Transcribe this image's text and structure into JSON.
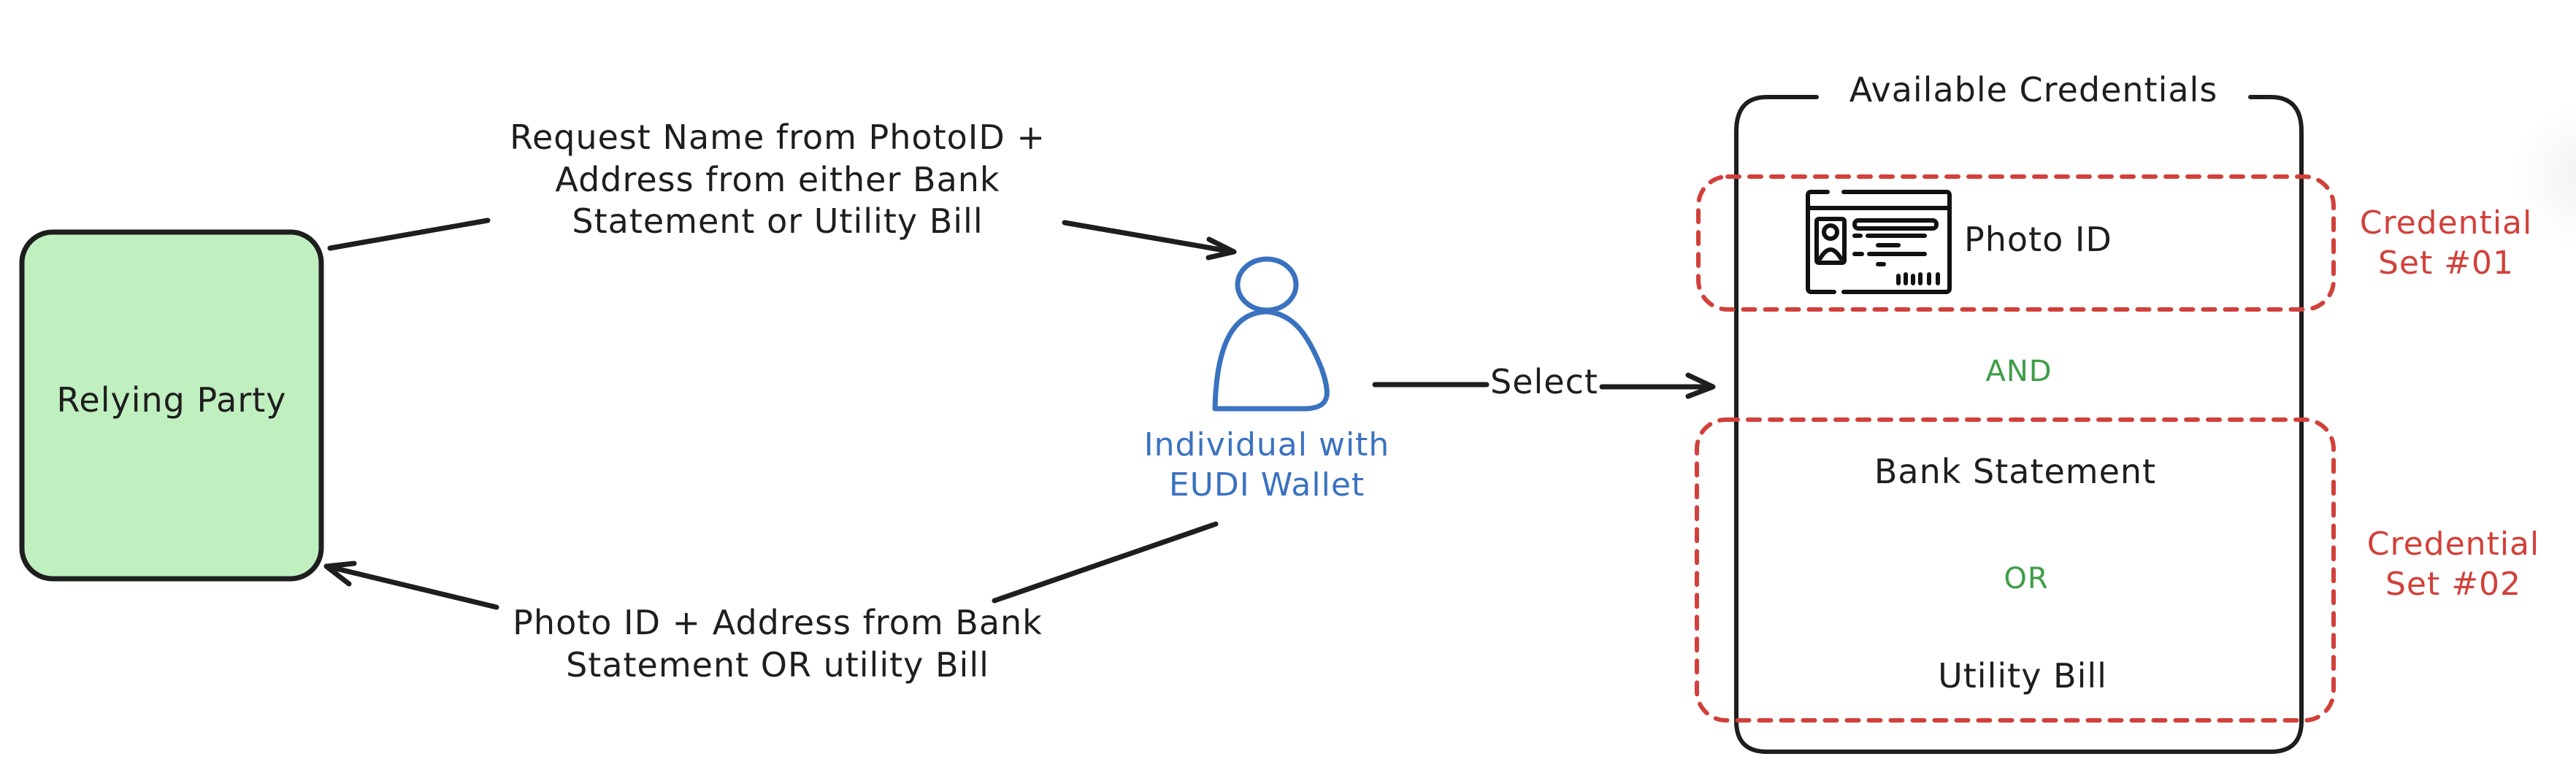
{
  "diagram": {
    "relying_party": {
      "label": "Relying Party",
      "fill": "#c0efc0",
      "stroke": "#1e1e1e"
    },
    "actor": {
      "label": "Individual with\nEUDI Wallet",
      "icon": "person-icon",
      "color": "#3a72c0"
    },
    "edges": {
      "request": {
        "label": "Request Name from PhotoID +\nAddress from either Bank\nStatement or Utility Bill",
        "from": "relying_party",
        "to": "actor"
      },
      "response": {
        "label": "Photo ID + Address from Bank\nStatement OR utility Bill",
        "from": "actor",
        "to": "relying_party"
      },
      "select": {
        "label": "Select",
        "from": "actor",
        "to": "available_credentials"
      }
    },
    "available_credentials": {
      "title": "Available Credentials",
      "items": [
        {
          "label": "Photo ID",
          "icon": "id-card-icon"
        },
        {
          "label": "Bank Statement"
        },
        {
          "label": "Utility Bill"
        }
      ],
      "operators": {
        "and": "AND",
        "or": "OR"
      },
      "operator_color": "#3e9d47"
    },
    "credential_sets": [
      {
        "label": "Credential\nSet #01",
        "color": "#d1403a"
      },
      {
        "label": "Credential\nSet #02",
        "color": "#d1403a"
      }
    ]
  }
}
